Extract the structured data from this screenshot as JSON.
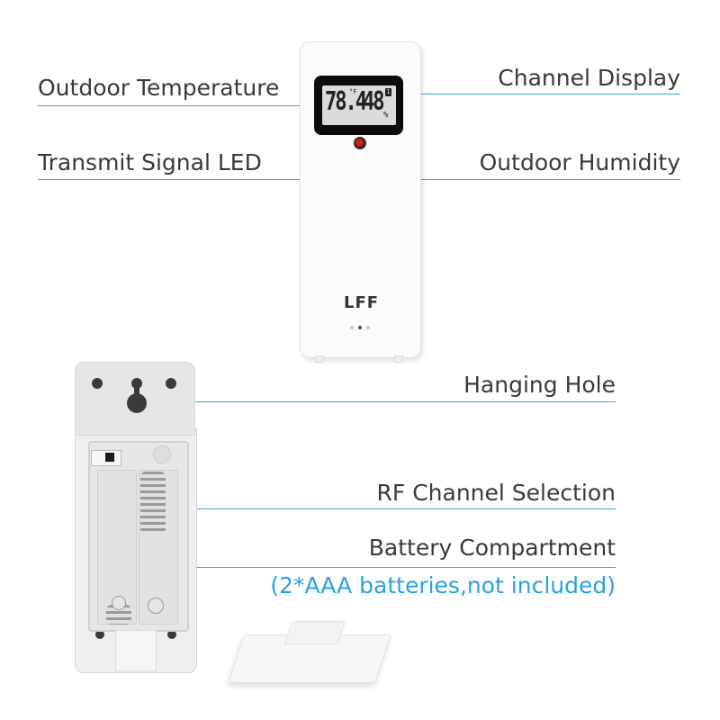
{
  "device_front": {
    "display_temp": "78.4",
    "display_temp_unit": "°F",
    "display_humidity": "48",
    "display_humidity_unit": "%",
    "display_channel": "1",
    "logo": "LFF"
  },
  "callouts": {
    "outdoor_temperature": "Outdoor Temperature",
    "channel_display": "Channel Display",
    "transmit_signal_led": "Transmit Signal LED",
    "outdoor_humidity": "Outdoor Humidity",
    "hanging_hole": "Hanging Hole",
    "rf_channel_selection": "RF Channel Selection",
    "battery_compartment": "Battery Compartment",
    "battery_note": "(2*AAA batteries,not included)"
  },
  "colors": {
    "leader_line": "#3fa6da",
    "note_text": "#2aa3dc",
    "label_text": "#3a3a3a"
  }
}
